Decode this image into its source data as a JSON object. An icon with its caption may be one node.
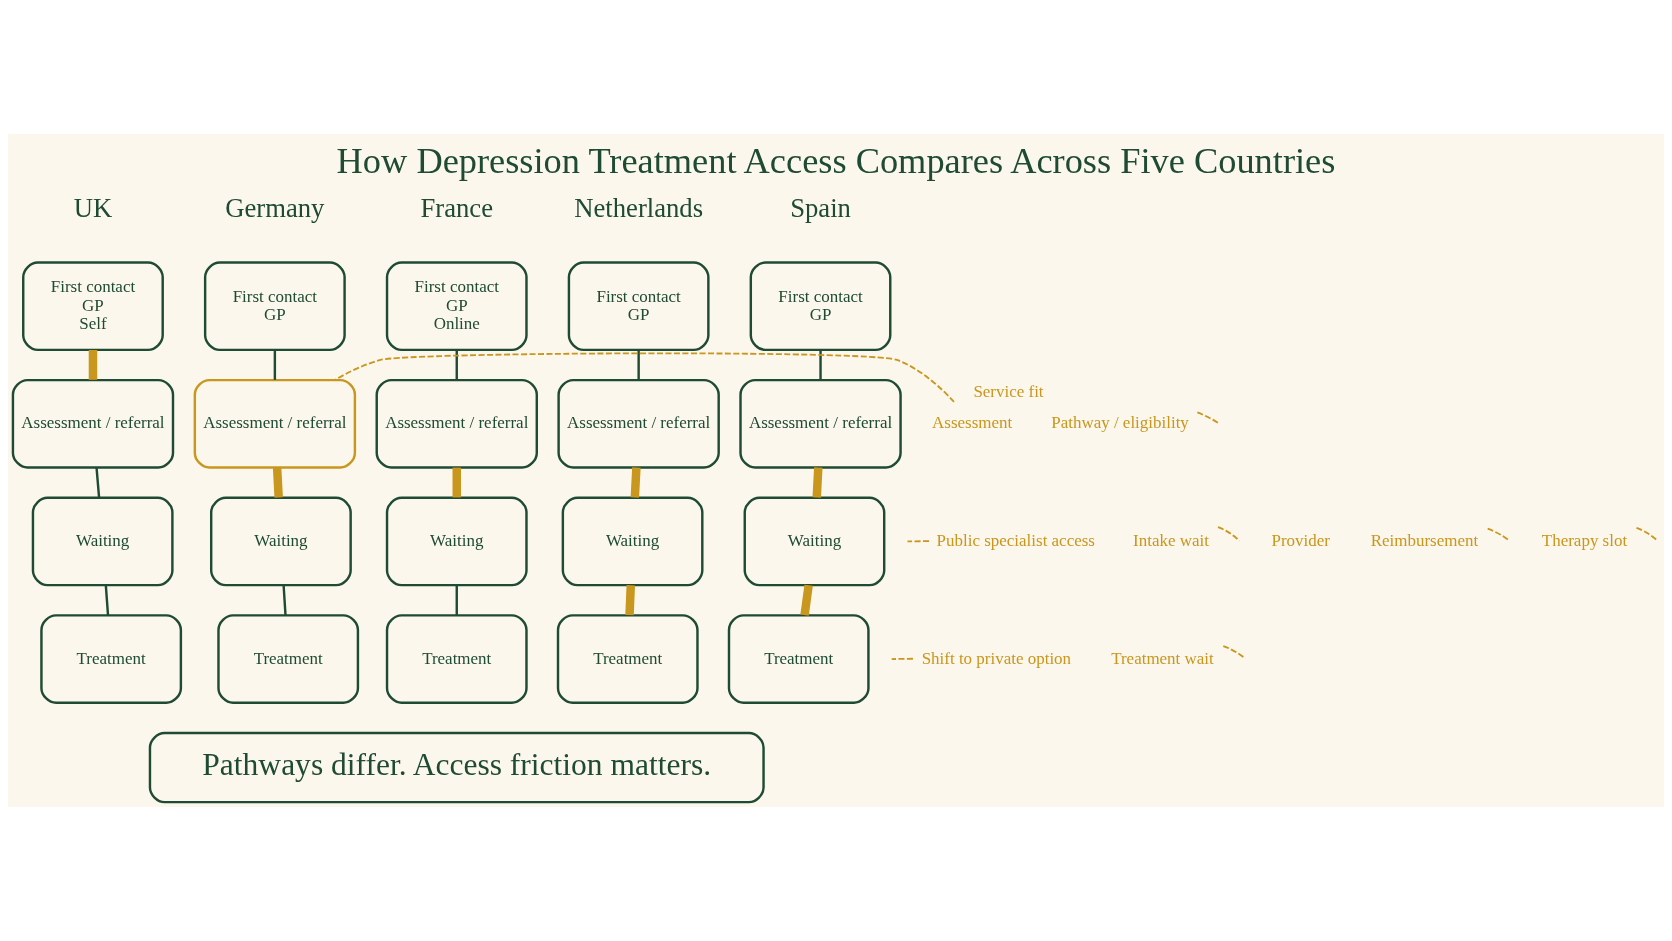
{
  "diagram": {
    "title": "How Depression Treatment Access Compares Across Five Countries",
    "nodes": [
      {
        "text": [
          "First contact",
          "GP",
          "Self"
        ]
      },
      {
        "text": [
          "Assessment / referral"
        ]
      },
      {
        "text": [
          "Waiting"
        ]
      },
      {
        "text": [
          "Treatment"
        ]
      },
      {
        "text": [
          "First contact",
          "GP"
        ]
      },
      {
        "text": [
          "Assessment / referral"
        ]
      },
      {
        "text": [
          "Waiting"
        ]
      },
      {
        "text": [
          "Treatment"
        ]
      },
      {
        "text": [
          "First contact",
          "GP",
          "Online"
        ]
      },
      {
        "text": [
          "Assessment / referral"
        ]
      },
      {
        "text": [
          "Waiting"
        ]
      },
      {
        "text": [
          "Treatment"
        ]
      },
      {
        "text": [
          "First contact",
          "GP"
        ]
      },
      {
        "text": [
          "Assessment / referral"
        ]
      },
      {
        "text": [
          "Waiting"
        ]
      },
      {
        "text": [
          "Treatment"
        ]
      },
      {
        "text": [
          "First contact",
          "GP"
        ]
      },
      {
        "text": [
          "Assessment / referral"
        ]
      },
      {
        "text": [
          "Waiting"
        ]
      },
      {
        "text": [
          "Treatment"
        ]
      },
      {
        "text": [
          "Pathway / eligibility"
        ],
        "beside": [
          "Service fit"
        ]
      },
      {
        "text": [
          "Assessment"
        ]
      },
      {
        "text": [
          "Therapy slot"
        ]
      },
      {
        "text": [
          "Reimbursement"
        ]
      },
      {
        "text": [
          "Intake wait"
        ]
      },
      {
        "text": [
          "Treatment wait"
        ]
      },
      {
        "text": [
          "Public specialist access"
        ]
      },
      {
        "text": [
          "Shift to private option"
        ]
      },
      {
        "text": [
          "Pathways differ. Access friction matters."
        ]
      }
    ],
    "edges": [
      {
        "from": 0,
        "to": 1,
        "arrow": "none",
        "style": "thick",
        "color": "#c9961e"
      },
      {
        "from": 1,
        "to": 2,
        "arrow": "none",
        "color": "#1f4a33"
      },
      {
        "from": 2,
        "to": 3,
        "arrow": "none",
        "color": "#1f4a33"
      },
      {
        "from": 4,
        "to": 5,
        "arrow": "none",
        "color": "#1f4a33"
      },
      {
        "from": 5,
        "to": 6,
        "arrow": "none",
        "style": "thick",
        "color": "#c9961e"
      },
      {
        "from": 6,
        "to": 7,
        "arrow": "none",
        "color": "#1f4a33"
      },
      {
        "from": 8,
        "to": 9,
        "arrow": "none",
        "color": "#1f4a33"
      },
      {
        "from": 9,
        "to": 10,
        "arrow": "none",
        "style": "thick",
        "color": "#c9961e"
      },
      {
        "from": 10,
        "to": 11,
        "arrow": "none",
        "color": "#1f4a33"
      },
      {
        "from": 12,
        "to": 13,
        "arrow": "none",
        "color": "#1f4a33"
      },
      {
        "from": 13,
        "to": 14,
        "arrow": "none",
        "style": "thick",
        "color": "#c9961e"
      },
      {
        "from": 14,
        "to": 15,
        "arrow": "none",
        "style": "thick",
        "color": "#c9961e"
      },
      {
        "from": 16,
        "to": 17,
        "arrow": "none",
        "color": "#1f4a33"
      },
      {
        "from": 17,
        "to": 18,
        "arrow": "none",
        "style": "thick",
        "color": "#c9961e"
      },
      {
        "from": 18,
        "to": 19,
        "arrow": "none",
        "style": "thick",
        "color": "#c9961e"
      },
      {
        "from": 20,
        "to": null,
        "arrow": "none",
        "style": "dashed",
        "color": "#c9961e"
      },
      {
        "from": 21,
        "to": 5,
        "arrow": "none",
        "style": "dashed",
        "color": "#c9961e"
      },
      {
        "from": 22,
        "to": null,
        "arrow": "none",
        "style": "dashed",
        "color": "#c9961e"
      },
      {
        "from": 23,
        "to": null,
        "arrow": "none",
        "style": "dashed",
        "color": "#c9961e"
      },
      {
        "from": 24,
        "to": null,
        "arrow": "none",
        "style": "dashed",
        "color": "#c9961e"
      },
      {
        "from": 25,
        "to": null,
        "arrow": "none",
        "style": "dashed",
        "color": "#c9961e"
      },
      {
        "from": 26,
        "to": null,
        "arrow": "none",
        "style": "dashed",
        "color": "#c9961e"
      },
      {
        "from": 27,
        "to": null,
        "arrow": "none",
        "style": "dashed",
        "color": "#c9961e"
      }
    ],
    "labels": [
      "UK",
      "Germany",
      "France",
      "Netherlands",
      "Spain",
      "Provider"
    ]
  }
}
